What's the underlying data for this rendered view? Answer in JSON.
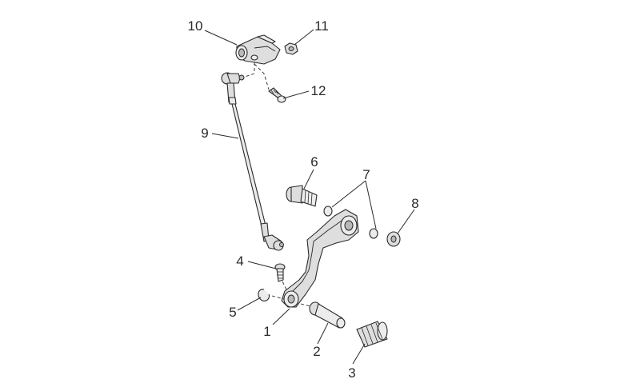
{
  "diagram": {
    "parts": [
      {
        "id": "p1",
        "number": "1"
      },
      {
        "id": "p2",
        "number": "2"
      },
      {
        "id": "p3",
        "number": "3"
      },
      {
        "id": "p4",
        "number": "4"
      },
      {
        "id": "p5",
        "number": "5"
      },
      {
        "id": "p6",
        "number": "6"
      },
      {
        "id": "p7",
        "number": "7"
      },
      {
        "id": "p8",
        "number": "8"
      },
      {
        "id": "p9",
        "number": "9"
      },
      {
        "id": "p10",
        "number": "10"
      },
      {
        "id": "p11",
        "number": "11"
      },
      {
        "id": "p12",
        "number": "12"
      }
    ]
  }
}
